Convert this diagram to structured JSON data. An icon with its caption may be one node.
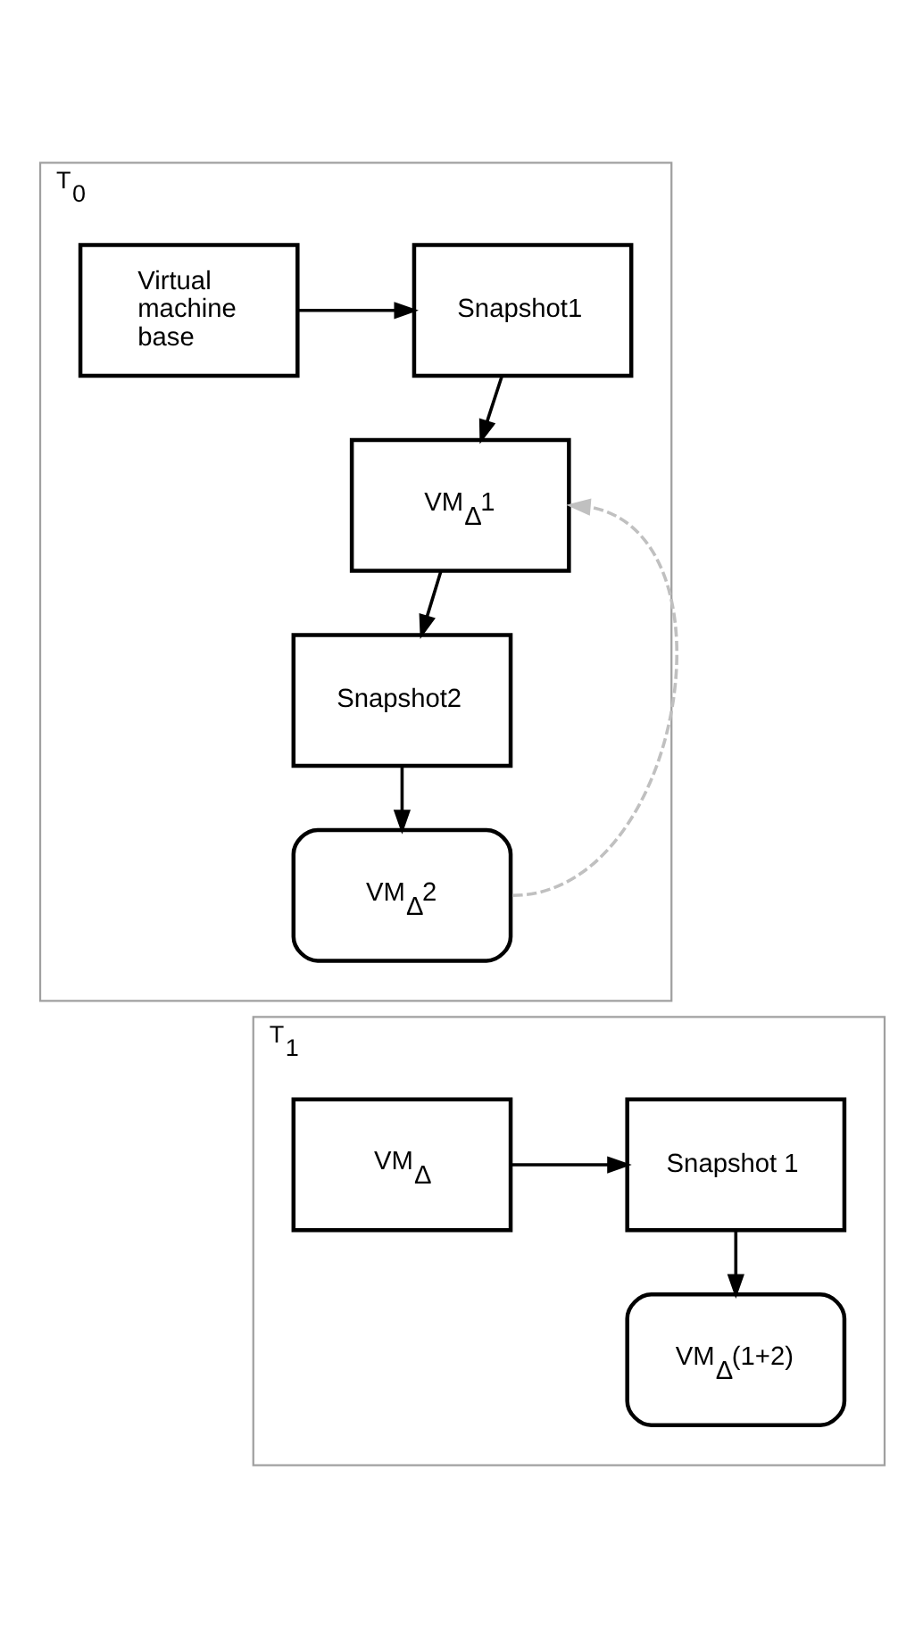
{
  "diagram": {
    "nodes": [
      {
        "text": [
          "T$_{0}$"
        ]
      },
      {
        "text": [
          "Virtual machine base"
        ],
        "in": 0
      },
      {
        "text": [
          "Snapshot1"
        ],
        "in": 0
      },
      {
        "text": [
          "VM$_{Δ}$1"
        ],
        "in": 0
      },
      {
        "text": [
          "Snapshot2"
        ],
        "in": 0
      },
      {
        "text": [
          "VM$_{Δ}$2"
        ],
        "in": 0
      },
      {
        "text": [
          "T$_{1}$"
        ]
      },
      {
        "text": [
          "VM$_{Δ}$"
        ],
        "in": 6
      },
      {
        "text": [
          "Snapshot 1"
        ],
        "in": 6
      },
      {
        "text": [
          "VM$_{Δ}$(1+2)"
        ],
        "in": 6
      }
    ],
    "edges": [
      {
        "from": 1,
        "to": 2,
        "arrow": "to"
      },
      {
        "from": 2,
        "to": 3,
        "arrow": "to"
      },
      {
        "from": 3,
        "to": 4,
        "arrow": "to"
      },
      {
        "from": 4,
        "to": 5,
        "arrow": "to"
      },
      {
        "from": 5,
        "to": 3,
        "arrow": "to",
        "style": "dashed",
        "color": "#c0c0c0"
      },
      {
        "from": 7,
        "to": 8,
        "arrow": "to"
      },
      {
        "from": 8,
        "to": 9,
        "arrow": "to"
      }
    ]
  }
}
